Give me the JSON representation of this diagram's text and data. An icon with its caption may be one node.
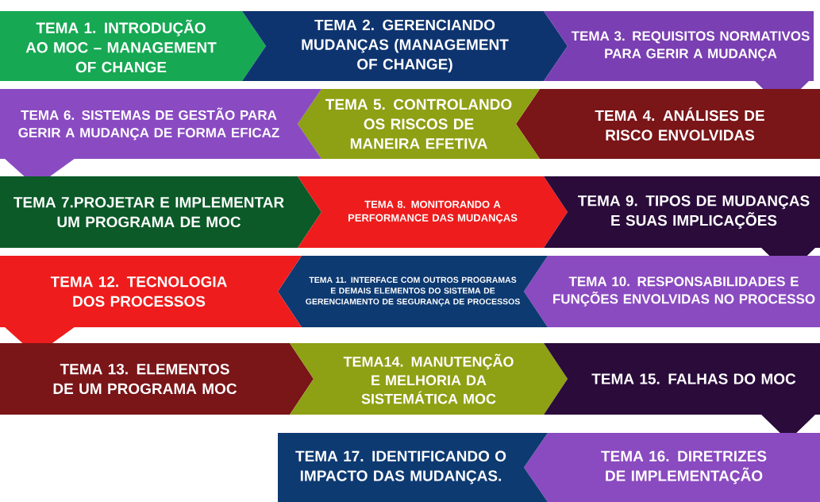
{
  "diagram": {
    "nodes": [
      {
        "text": [
          "TEMA 1. INTRODUÇÃO AO MOC – MANAGEMENT OF CHANGE"
        ]
      },
      {
        "text": [
          "TEMA 2. GERENCIANDO MUDANÇAS (MANAGEMENT OF CHANGE)"
        ]
      },
      {
        "text": [
          "TEMA 3. REQUISITOS NORMATIVOS PARA GERIR A MUDANÇA"
        ]
      },
      {
        "text": [
          "TEMA 4. ANÁLISES DE RISCO ENVOLVIDAS"
        ]
      },
      {
        "text": [
          "TEMA 5. CONTROLANDO OS RISCOS DE MANEIRA EFETIVA"
        ]
      },
      {
        "text": [
          "TEMA 6. SISTEMAS DE GESTÃO PARA GERIR A MUDANÇA DE FORMA EFICAZ"
        ]
      },
      {
        "text": [
          "TEMA 7.PROJETAR E IMPLEMENTAR UM PROGRAMA DE MOC"
        ]
      },
      {
        "text": [
          "TEMA 8. MONITORANDO A PERFORMANCE DAS MUDANÇAS"
        ]
      },
      {
        "text": [
          "TEMA 9. TIPOS DE MUDANÇAS E SUAS IMPLICAÇÕES"
        ]
      },
      {
        "text": [
          "TEMA 10. RESPONSABILIDADES E FUNÇÕES ENVOLVIDAS NO PROCESSO"
        ]
      },
      {
        "text": [
          "TEMA 11. INTERFACE COM OUTROS PROGRAMAS E DEMAIS ELEMENTOS DO SISTEMA DE GERENCIAMENTO DE SEGURANÇA DE PROCESSOS"
        ]
      },
      {
        "text": [
          "TEMA 12. TECNOLOGIA DOS PROCESSOS"
        ]
      },
      {
        "text": [
          "TEMA 13. ELEMENTOS DE UM PROGRAMA MOC"
        ]
      },
      {
        "text": [
          "TEMA14. MANUTENÇÃO E MELHORIA DA SISTEMÁTICA MOC"
        ]
      },
      {
        "text": [
          "TEMA 15. FALHAS DO MOC"
        ]
      },
      {
        "text": [
          "TEMA 16. DIRETRIZES DE IMPLEMENTAÇÃO"
        ]
      },
      {
        "text": [
          "TEMA 17. IDENTIFICANDO O IMPACTO DAS MUDANÇAS."
        ]
      }
    ]
  }
}
